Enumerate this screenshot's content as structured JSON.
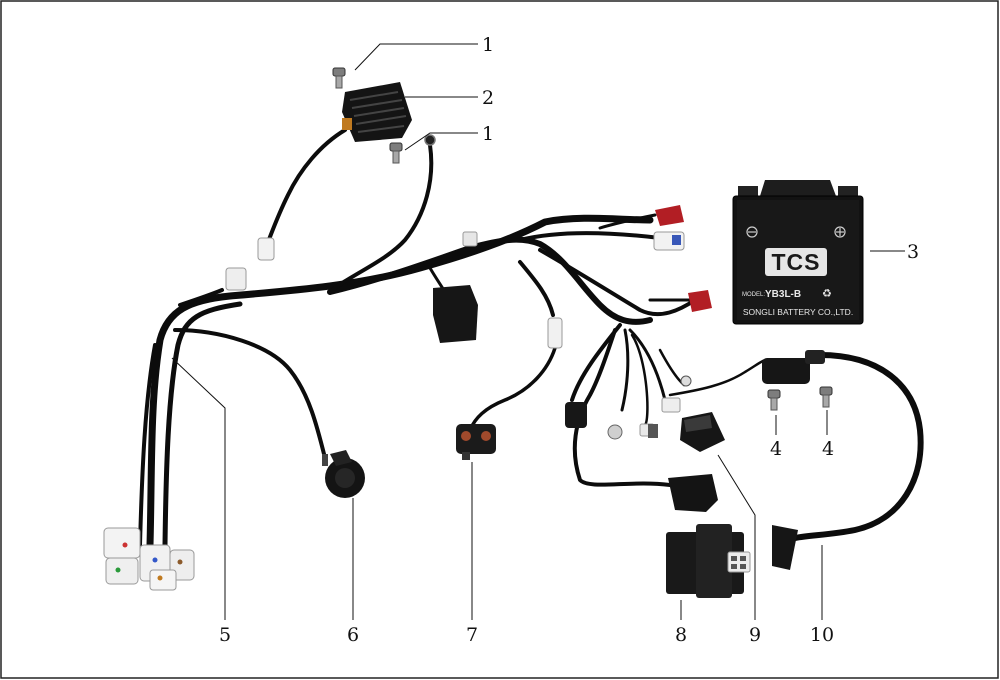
{
  "callouts": [
    {
      "id": "c1a",
      "label": "1"
    },
    {
      "id": "c2",
      "label": "2"
    },
    {
      "id": "c1b",
      "label": "1"
    },
    {
      "id": "c3",
      "label": "3"
    },
    {
      "id": "c4a",
      "label": "4"
    },
    {
      "id": "c4b",
      "label": "4"
    },
    {
      "id": "c5",
      "label": "5"
    },
    {
      "id": "c6",
      "label": "6"
    },
    {
      "id": "c7",
      "label": "7"
    },
    {
      "id": "c8",
      "label": "8"
    },
    {
      "id": "c9",
      "label": "9"
    },
    {
      "id": "c10",
      "label": "10"
    }
  ],
  "battery": {
    "brand": "TCS",
    "model_prefix": "MODEL:",
    "model": "YB3L-B",
    "maker": "SONGLI BATTERY CO.,LTD."
  }
}
